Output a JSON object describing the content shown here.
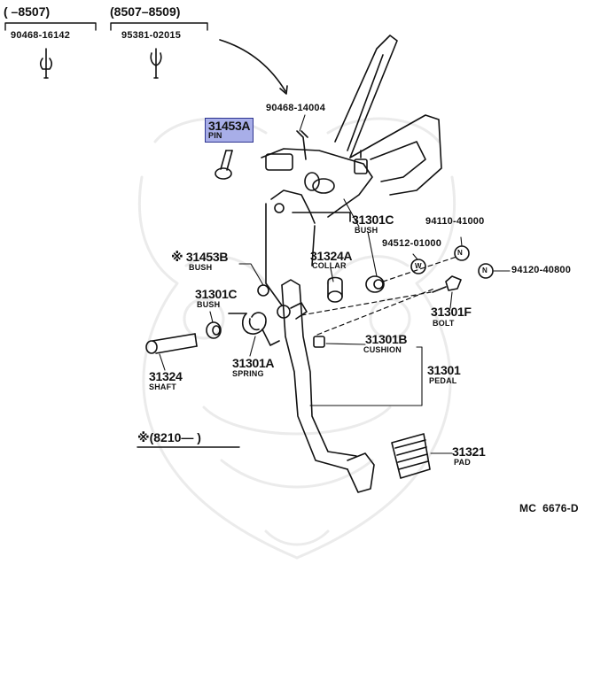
{
  "diagram": {
    "diagram_code": "MC  6676-D",
    "date_ranges": {
      "left": "(      –8507)",
      "middle": "(8507–8509)",
      "bottom": "※(8210—        )"
    },
    "parts": {
      "p90468_16142": {
        "number": "90468-16142"
      },
      "p95381_02015": {
        "number": "95381-02015"
      },
      "p90468_14004": {
        "number": "90468-14004"
      },
      "p31453A": {
        "number": "31453A",
        "name": "PIN",
        "highlighted": true,
        "highlight_color": "#a8aee8"
      },
      "p31301C_top": {
        "number": "31301C",
        "name": "BUSH"
      },
      "p94110_41000": {
        "number": "94110-41000",
        "symbol": "N"
      },
      "p94512_01000": {
        "number": "94512-01000",
        "symbol": "W"
      },
      "p94120_40800": {
        "number": "94120-40800",
        "symbol": "N"
      },
      "p31453B": {
        "number": "※ 31453B",
        "name": "BUSH"
      },
      "p31324A": {
        "number": "31324A",
        "name": "COLLAR"
      },
      "p31301C_left": {
        "number": "31301C",
        "name": "BUSH"
      },
      "p31301F": {
        "number": "31301F",
        "name": "BOLT"
      },
      "p31301B": {
        "number": "31301B",
        "name": "CUSHION"
      },
      "p31324": {
        "number": "31324",
        "name": "SHAFT"
      },
      "p31301A": {
        "number": "31301A",
        "name": "SPRING"
      },
      "p31301": {
        "number": "31301",
        "name": "PEDAL"
      },
      "p31321": {
        "number": "31321",
        "name": "PAD"
      }
    }
  }
}
